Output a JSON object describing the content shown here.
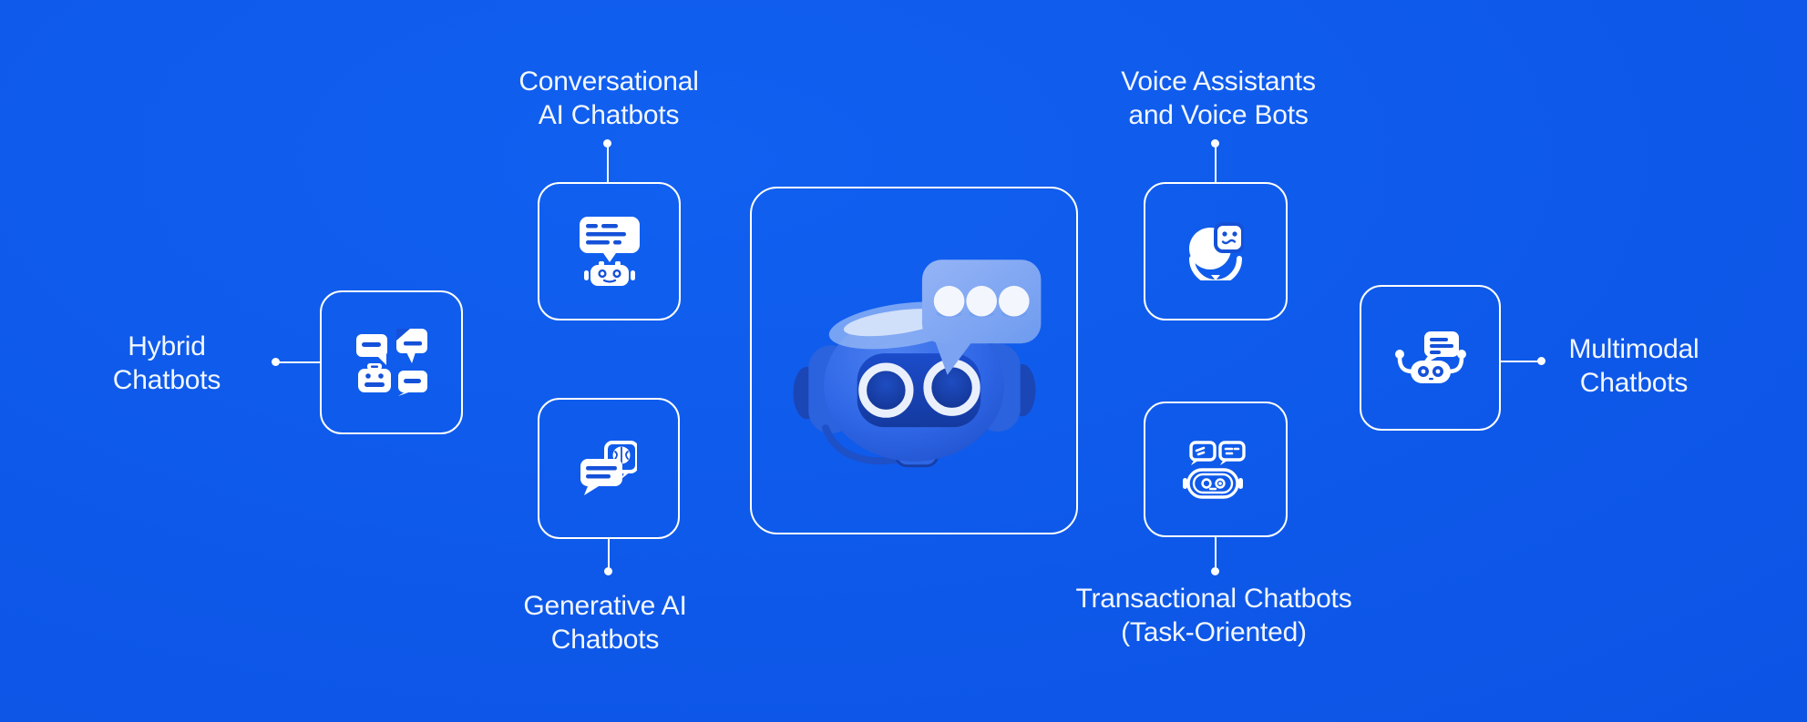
{
  "canvas": {
    "background_color": "#0D57E8",
    "text_color": "#F2F7FF",
    "line_color": "#FFFFFF",
    "speech_bubble_color": "#7FA6F2"
  },
  "center": {
    "illustration": "3d-chatbot-mascot-with-headset-and-speech-bubble",
    "speech_dots": 3
  },
  "nodes": {
    "conversational": {
      "label_line1": "Conversational",
      "label_line2": "AI Chatbots",
      "icon": "chat-bubble-robot-icon"
    },
    "voice": {
      "label_line1": "Voice Assistants",
      "label_line2": "and Voice Bots",
      "icon": "microphone-smiley-icon"
    },
    "hybrid": {
      "label_line1": "Hybrid",
      "label_line2": "Chatbots",
      "icon": "chat-bubbles-robot-grid-icon"
    },
    "generative": {
      "label_line1": "Generative AI",
      "label_line2": "Chatbots",
      "icon": "chat-bubble-brain-icon"
    },
    "transactional": {
      "label_line1": "Transactional Chatbots",
      "label_line2": "(Task-Oriented)",
      "icon": "robot-head-chat-bubbles-icon"
    },
    "multimodal": {
      "label_line1": "Multimodal",
      "label_line2": "Chatbots",
      "icon": "robot-antenna-speech-bubble-icon"
    }
  }
}
